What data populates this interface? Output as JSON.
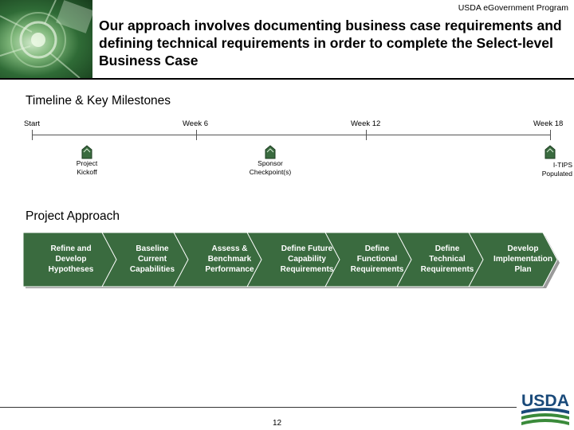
{
  "header": {
    "program": "USDA eGovernment Program",
    "title": "Our approach involves documenting business case requirements and defining technical requirements in order to complete the Select-level Business Case"
  },
  "timeline": {
    "heading": "Timeline & Key Milestones",
    "weeks": [
      "Start",
      "Week 6",
      "Week 12",
      "Week 18"
    ],
    "milestones": [
      {
        "line1": "Project",
        "line2": "Kickoff"
      },
      {
        "line1": "Sponsor",
        "line2": "Checkpoint(s)"
      },
      {
        "line1": "I-TIPS",
        "line2": "Populated"
      }
    ]
  },
  "approach": {
    "heading": "Project Approach",
    "steps": [
      {
        "l1": "Refine and",
        "l2": "Develop",
        "l3": "Hypotheses"
      },
      {
        "l1": "Baseline",
        "l2": "Current",
        "l3": "Capabilities"
      },
      {
        "l1": "Assess &",
        "l2": "Benchmark",
        "l3": "Performance"
      },
      {
        "l1": "Define Future",
        "l2": "Capability",
        "l3": "Requirements"
      },
      {
        "l1": "Define",
        "l2": "Functional",
        "l3": "Requirements"
      },
      {
        "l1": "Define",
        "l2": "Technical",
        "l3": "Requirements"
      },
      {
        "l1": "Develop",
        "l2": "Implementation",
        "l3": "Plan"
      }
    ]
  },
  "footer": {
    "page": "12",
    "logo_text": "USDA"
  },
  "colors": {
    "chevron": "#3a6b3f",
    "chevron_shadow": "#9a9a9a",
    "logo_blue": "#1a4a7a",
    "logo_green": "#3a8a3a"
  }
}
